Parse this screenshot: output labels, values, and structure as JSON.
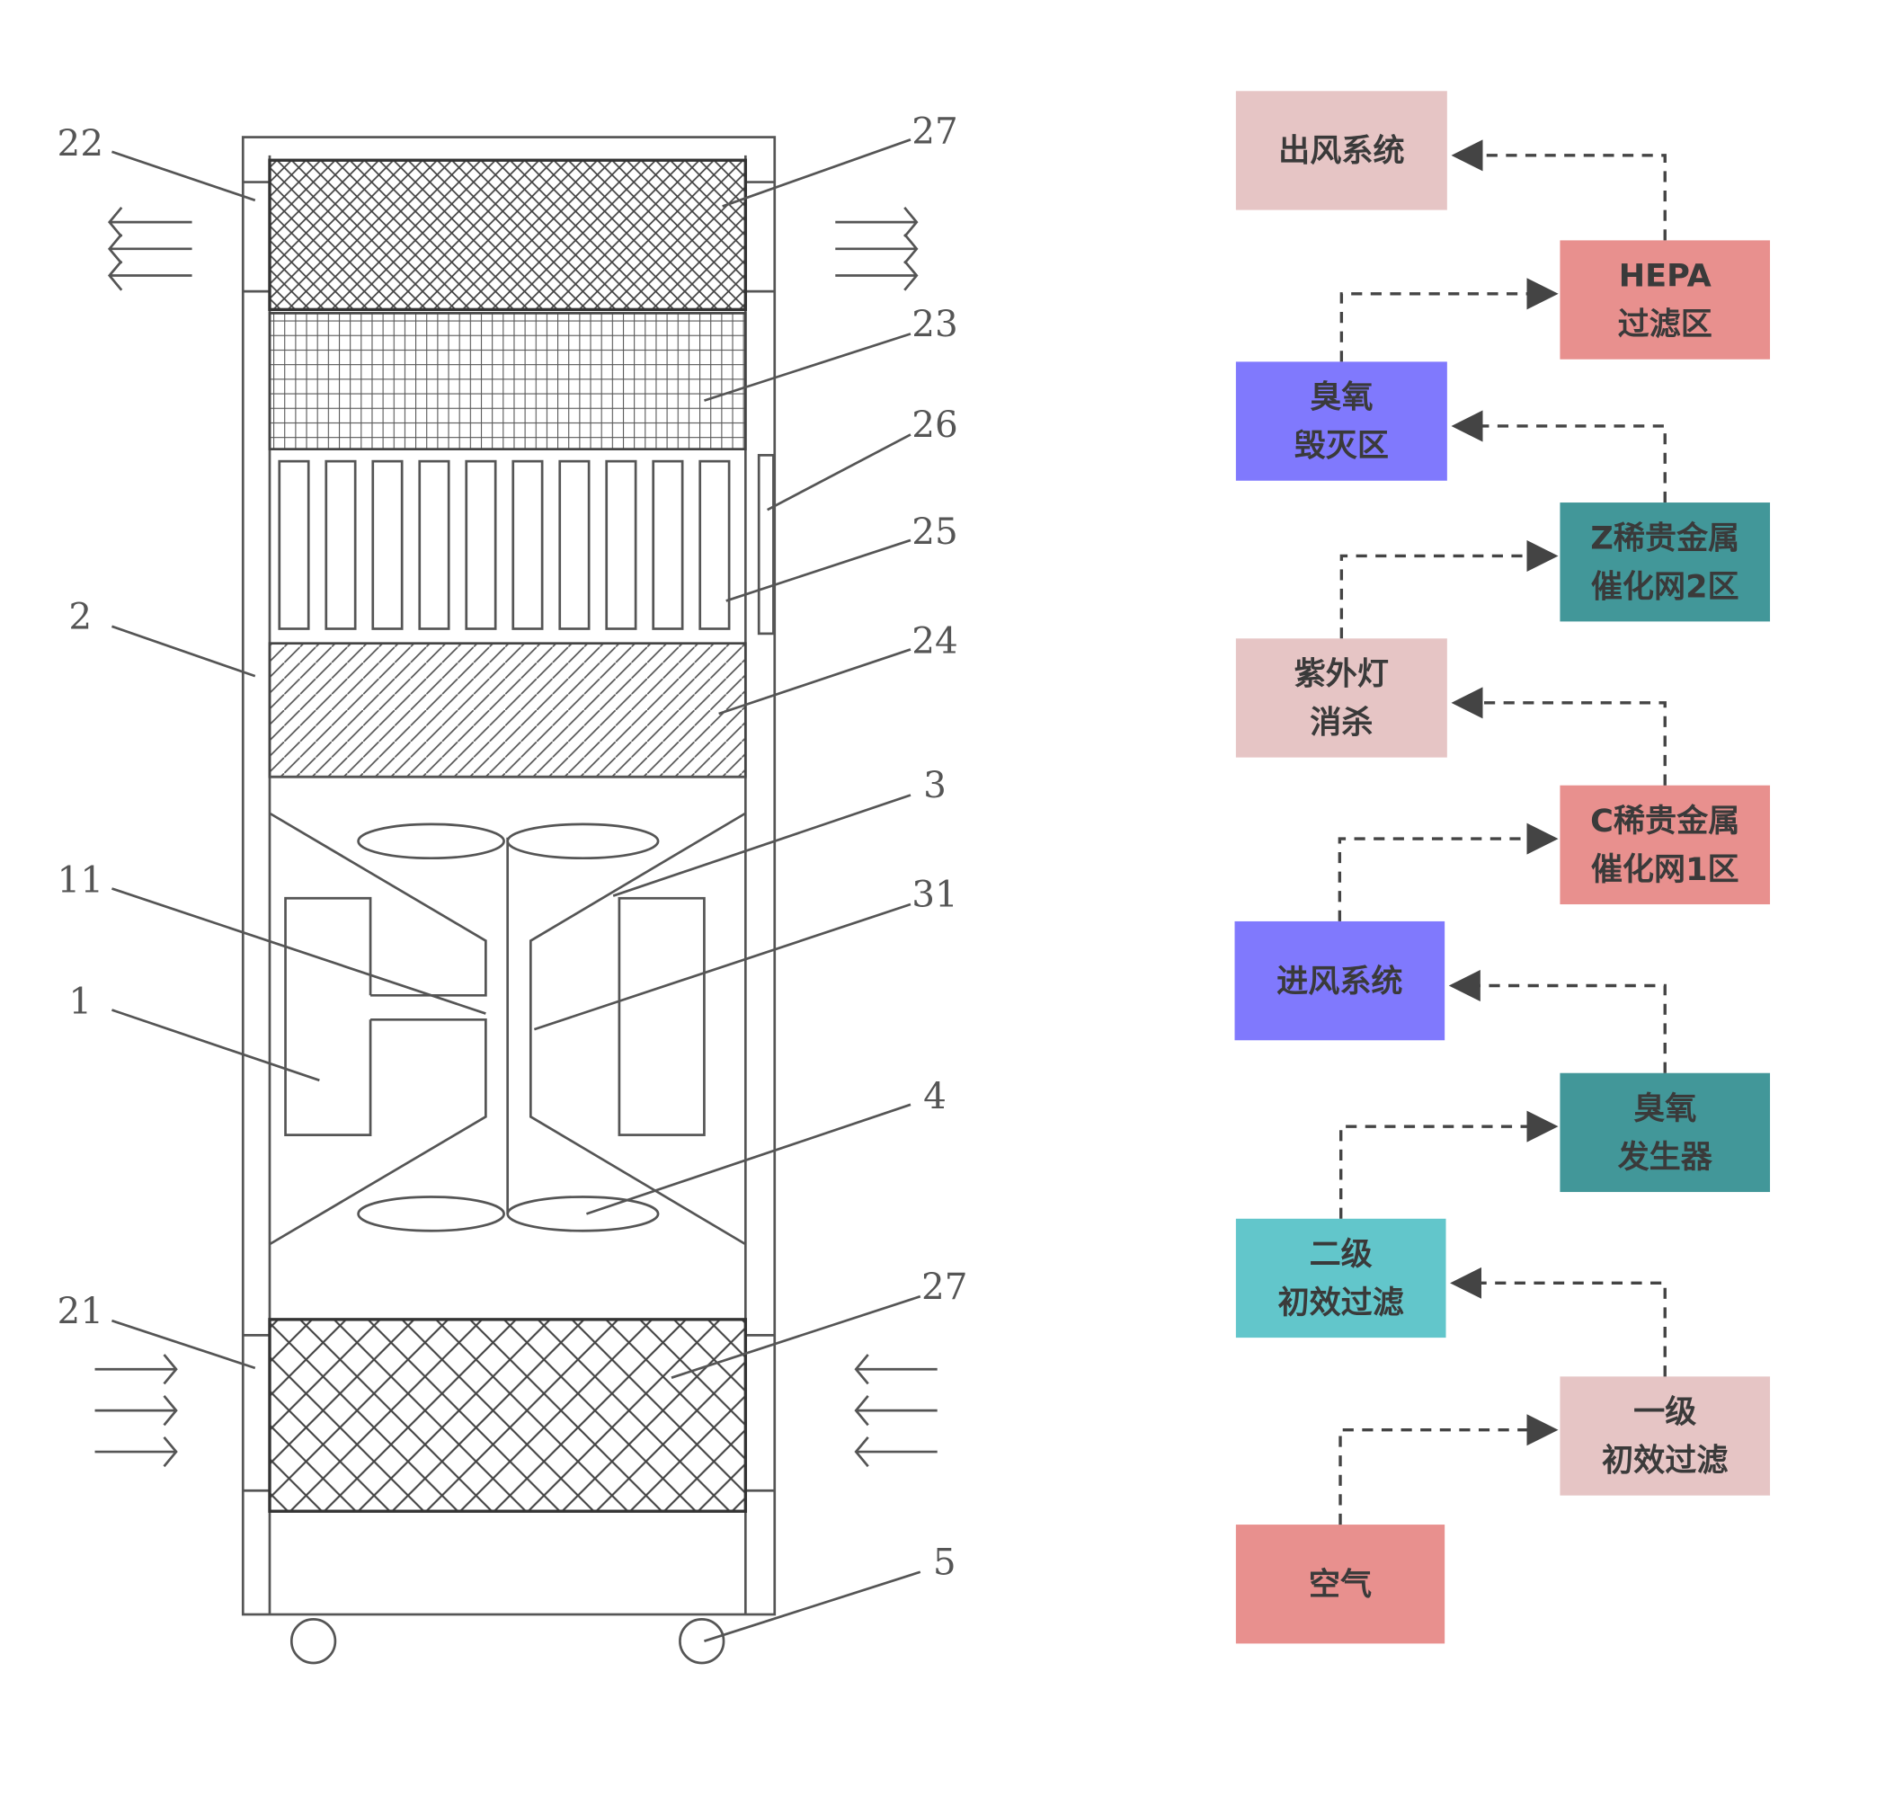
{
  "left_diagram": {
    "labels": [
      {
        "id": "22",
        "text": "22"
      },
      {
        "id": "27a",
        "text": "27"
      },
      {
        "id": "23",
        "text": "23"
      },
      {
        "id": "26",
        "text": "26"
      },
      {
        "id": "25",
        "text": "25"
      },
      {
        "id": "2",
        "text": "2"
      },
      {
        "id": "24",
        "text": "24"
      },
      {
        "id": "3",
        "text": "3"
      },
      {
        "id": "11",
        "text": "11"
      },
      {
        "id": "31",
        "text": "31"
      },
      {
        "id": "1",
        "text": "1"
      },
      {
        "id": "4",
        "text": "4"
      },
      {
        "id": "21",
        "text": "21"
      },
      {
        "id": "27b",
        "text": "27"
      },
      {
        "id": "5",
        "text": "5"
      }
    ]
  },
  "flow": {
    "colors": {
      "light_pink": "#e6c5c5",
      "salmon": "#e8908e",
      "purple": "#8079fd",
      "dark_teal": "#429799",
      "cyan": "#62c6cb",
      "arrow": "#444444",
      "text": "#3a3a3a"
    },
    "nodes": [
      {
        "id": "outlet",
        "lines": [
          "出风系统"
        ],
        "color": "light_pink"
      },
      {
        "id": "hepa",
        "lines": [
          "HEPA",
          "过滤区"
        ],
        "color": "salmon"
      },
      {
        "id": "ozone-destroy",
        "lines": [
          "臭氧",
          "毁灭区"
        ],
        "color": "purple"
      },
      {
        "id": "z-catalyst",
        "lines": [
          "Z稀贵金属",
          "催化网2区"
        ],
        "color": "dark_teal"
      },
      {
        "id": "uv",
        "lines": [
          "紫外灯",
          "消杀"
        ],
        "color": "light_pink"
      },
      {
        "id": "c-catalyst",
        "lines": [
          "C稀贵金属",
          "催化网1区"
        ],
        "color": "salmon"
      },
      {
        "id": "inlet",
        "lines": [
          "进风系统"
        ],
        "color": "purple"
      },
      {
        "id": "ozone-gen",
        "lines": [
          "臭氧",
          "发生器"
        ],
        "color": "dark_teal"
      },
      {
        "id": "filter2",
        "lines": [
          "二级",
          "初效过滤"
        ],
        "color": "cyan"
      },
      {
        "id": "filter1",
        "lines": [
          "一级",
          "初效过滤"
        ],
        "color": "light_pink"
      },
      {
        "id": "air",
        "lines": [
          "空气"
        ],
        "color": "salmon"
      }
    ],
    "edges": [
      [
        "air",
        "filter1"
      ],
      [
        "filter1",
        "filter2"
      ],
      [
        "filter2",
        "ozone-gen"
      ],
      [
        "ozone-gen",
        "inlet"
      ],
      [
        "inlet",
        "c-catalyst"
      ],
      [
        "c-catalyst",
        "uv"
      ],
      [
        "uv",
        "z-catalyst"
      ],
      [
        "z-catalyst",
        "ozone-destroy"
      ],
      [
        "ozone-destroy",
        "hepa"
      ],
      [
        "hepa",
        "outlet"
      ]
    ]
  }
}
